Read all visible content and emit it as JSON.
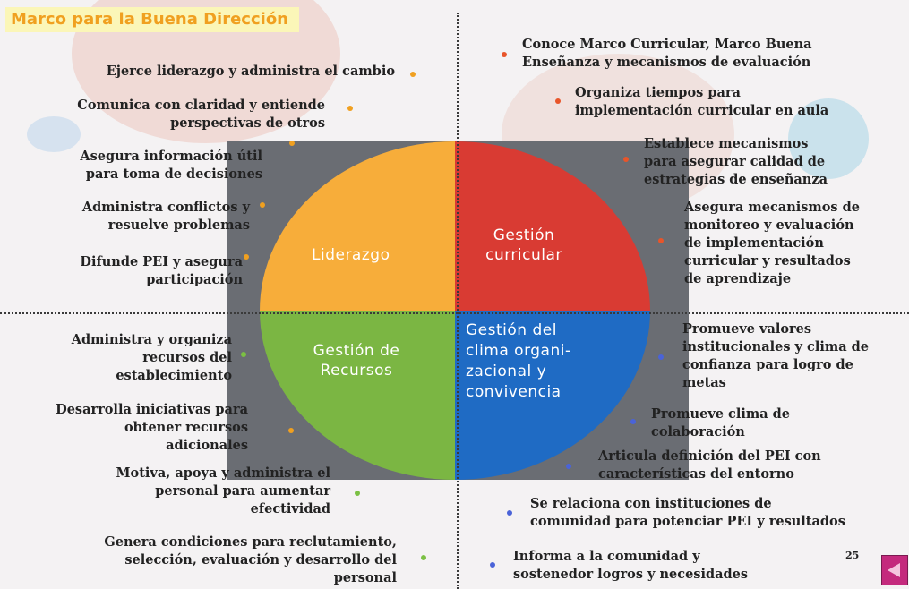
{
  "title": "Marco para la Buena Dirección",
  "quadrants": {
    "tl": "Liderazgo",
    "tr": [
      "Gestión",
      "curricular"
    ],
    "bl": [
      "Gestión de",
      "Recursos"
    ],
    "br": [
      "Gestión del",
      "clima organi-",
      "zacional y",
      "convivencia"
    ]
  },
  "liderazgo_items": [
    [
      "Ejerce liderazgo y administra el cambio"
    ],
    [
      "Comunica con claridad y entiende",
      "perspectivas de otros"
    ],
    [
      "Asegura información útil",
      "para toma de decisiones"
    ],
    [
      "Administra conflictos y",
      "resuelve problemas"
    ],
    [
      "Difunde PEI y asegura",
      "participación"
    ]
  ],
  "curricular_items": [
    [
      "Conoce Marco Curricular, Marco Buena",
      "Enseñanza y mecanismos de evaluación"
    ],
    [
      "Organiza tiempos para",
      "implementación curricular en aula"
    ],
    [
      "Establece mecanismos",
      "para asegurar calidad de",
      "estrategias de enseñanza"
    ],
    [
      "Asegura mecanismos de",
      "monitoreo y evaluación",
      "de implementación",
      "curricular y resultados",
      "de aprendizaje"
    ]
  ],
  "recursos_items": [
    [
      "Administra y organiza",
      "recursos del",
      "establecimiento"
    ],
    [
      "Desarrolla iniciativas para",
      "obtener recursos",
      "adicionales"
    ],
    [
      "Motiva, apoya y administra el",
      "personal para aumentar",
      "efectividad"
    ],
    [
      "Genera condiciones para reclutamiento,",
      "selección, evaluación y desarrollo del",
      "personal"
    ]
  ],
  "clima_items": [
    [
      "Promueve valores",
      "institucionales y clima de",
      "confianza para logro de",
      "metas"
    ],
    [
      "Promueve clima de",
      "colaboración"
    ],
    [
      "Articula definición del PEI con",
      "características del entorno"
    ],
    [
      "Se relaciona con instituciones de",
      "comunidad para potenciar PEI y resultados"
    ],
    [
      "Informa a la comunidad y",
      "sostenedor logros y necesidades"
    ]
  ],
  "page_number": "25",
  "colors": {
    "liderazgo": "#f7ad3a",
    "curricular": "#d93b33",
    "recursos": "#7bb643",
    "clima": "#1f6bc4"
  }
}
